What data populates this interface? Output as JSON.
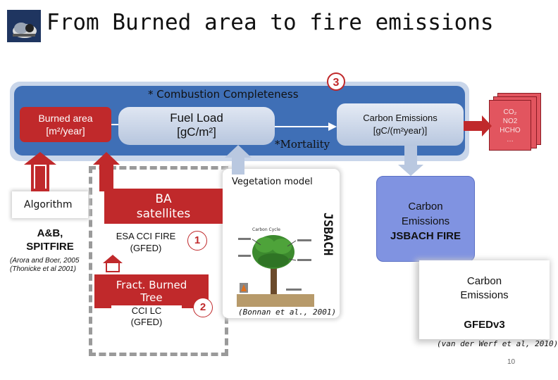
{
  "slide": {
    "title": "From Burned area to fire emissions",
    "page_number": "10"
  },
  "top_band": {
    "combustion": "* Combustion Completeness",
    "badge_3": "3",
    "burned_area": {
      "line1": "Burned area",
      "line2": "[m²/year]"
    },
    "fuel_load": {
      "line1": "Fuel Load",
      "line2": "[gC/m²]"
    },
    "mortality": "*Mortality",
    "carbon_emissions": {
      "line1": "Carbon Emissions",
      "line2": "[gC/(m²year)]"
    },
    "species": [
      "CO₂",
      "NO2",
      "HCHO",
      "…"
    ]
  },
  "vegetation": {
    "label": "Vegetation model",
    "model_name": "JSBACH",
    "citation": "(Bonnan et al., 2001)"
  },
  "left_column": {
    "algorithm": "Algorithm",
    "ab_spitfire": {
      "line1": "A&B,",
      "line2": "SPITFIRE"
    },
    "citation": {
      "line1": "(Arora and Boer, 2005",
      "line2": "(Thonicke et al 2001)"
    }
  },
  "satellite_column": {
    "ba_satellites": {
      "line1": "BA",
      "line2": "satellites"
    },
    "esa_cci": {
      "line1": "ESA CCI FIRE",
      "line2": "(GFED)"
    },
    "badge_1": "1",
    "fract_burned": {
      "line1": "Fract. Burned",
      "line2": "Tree"
    },
    "cci_lc": {
      "line1": "CCI LC",
      "line2": "(GFED)"
    },
    "badge_2": "2"
  },
  "jsbach_fire": {
    "line1": "Carbon",
    "line2": "Emissions",
    "line3": "JSBACH  FIRE"
  },
  "gfed": {
    "line1": "Carbon",
    "line2": "Emissions",
    "version": "GFEDv3",
    "citation": "(van der Werf et al, 2010)"
  },
  "colors": {
    "accent_red": "#c0292b",
    "band_blue": "#3f6fb6",
    "band_light": "#c9d6ea",
    "jsbach_fire_fill": "#8093e1",
    "stack_red": "#e2555f"
  }
}
